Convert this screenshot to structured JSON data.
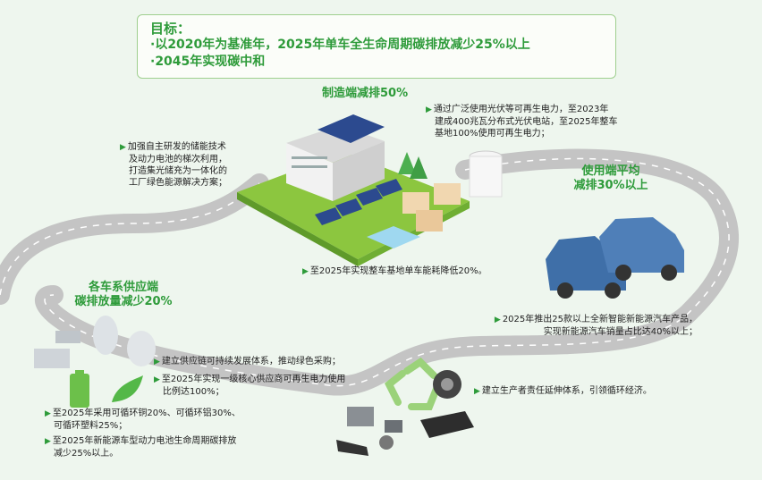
{
  "goal": {
    "title": "目标：",
    "line1": "·以2020年为基准年，2025年单车全生命周期碳排放减少25%以上",
    "line2": "·2045年实现碳中和"
  },
  "sections": {
    "manufacturing": "制造端减排50%",
    "usage_l1": "使用端平均",
    "usage_l2": "减排30%以上",
    "supply_l1": "各车系供应端",
    "supply_l2": "碳排放量减少20%"
  },
  "notes": {
    "solar_l1": "通过广泛使用光伏等可再生电力，至2023年",
    "solar_l2": "建成400兆瓦分布式光伏电站，至2025年整车",
    "solar_l3": "基地100%使用可再生电力；",
    "storage_l1": "加强自主研发的储能技术",
    "storage_l2": "及动力电池的梯次利用，",
    "storage_l3": "打造集光储充为一体化的",
    "storage_l4": "工厂绿色能源解决方案；",
    "energy": "至2025年实现整车基地单车能耗降低20%。",
    "nev_l1": "2025年推出25款以上全新智能新能源汽车产品，",
    "nev_l2": "实现新能源汽车销量占比达40%以上；",
    "chain": "建立供应链可持续发展体系，推动绿色采购；",
    "renew_l1": "至2025年实现一级核心供应商可再生电力使用",
    "renew_l2": "比例达100%；",
    "recycle_mat_l1": "至2025年采用可循环铜20%、可循环铝30%、",
    "recycle_mat_l2": "可循环塑料25%；",
    "battery_l1": "至2025年新能源车型动力电池生命周期碳排放",
    "battery_l2": "减少25%以上。",
    "producer": "建立生产者责任延伸体系，引领循环经济。"
  },
  "colors": {
    "accent_green": "#2e9b3a",
    "road_gray": "#bdbdbd",
    "car_blue": "#3f6fa8",
    "grass": "#8cc63f"
  }
}
